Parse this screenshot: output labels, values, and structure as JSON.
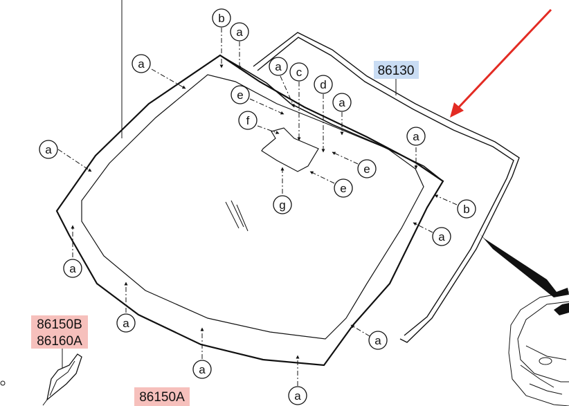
{
  "parts": {
    "moulding": "86130",
    "mirror_bracket_top": "86150B",
    "mirror_bracket_bottom": "86160A",
    "lower_part": "86150A"
  },
  "callouts": [
    "a",
    "b",
    "c",
    "d",
    "e",
    "f",
    "g"
  ],
  "colors": {
    "highlight_blue": "#c9dcf3",
    "highlight_red": "#f6c0bc",
    "arrow_red": "#e32b23",
    "line": "#111111"
  }
}
